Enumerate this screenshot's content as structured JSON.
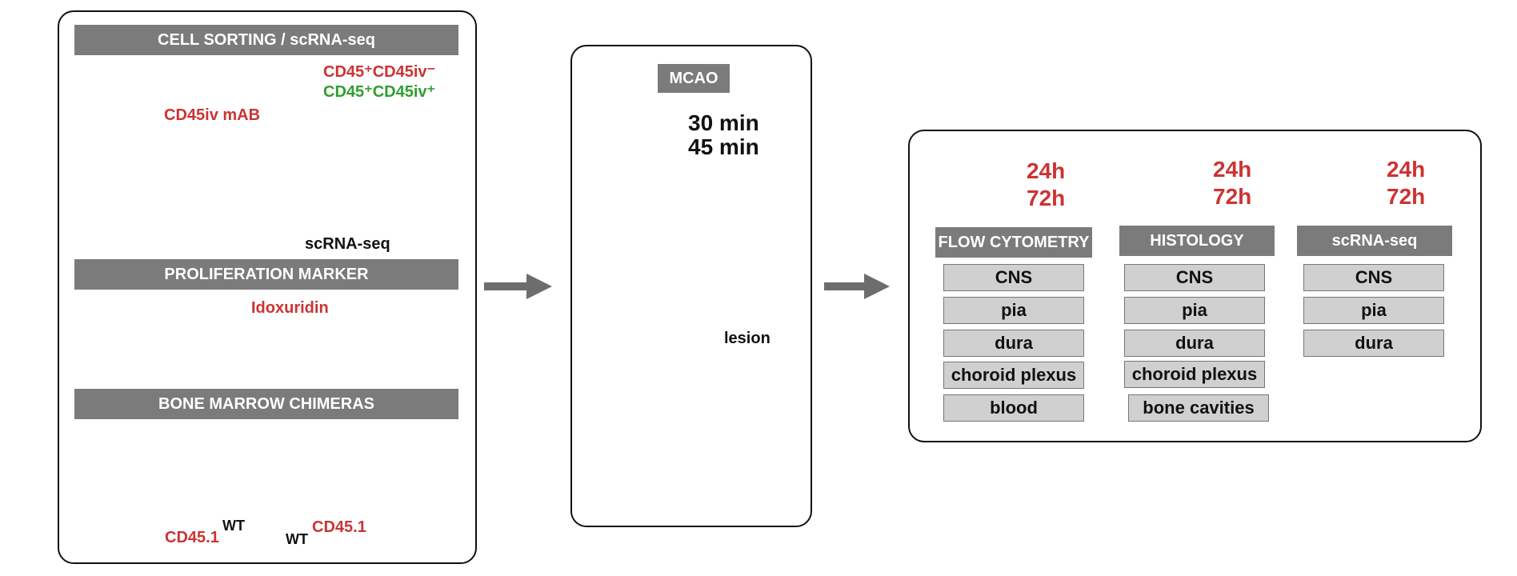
{
  "left_panel": {
    "cell_sorting": {
      "title": "CELL SORTING / scRNA-seq",
      "antibody": "CD45iv mAB",
      "population_1": "CD45⁺CD45iv⁻",
      "population_2": "CD45⁺CD45iv⁺",
      "assay": "scRNA-seq"
    },
    "proliferation": {
      "title": "PROLIFERATION MARKER",
      "compound": "Idoxuridin"
    },
    "chimeras": {
      "title": "BONE MARROW CHIMERAS",
      "left_strain": "CD45.1",
      "left_strain_sup": "WT",
      "right_strain_pre": "WT",
      "right_strain": "CD45.1"
    }
  },
  "middle_panel": {
    "title": "MCAO",
    "duration_1": "30 min",
    "duration_2": "45 min",
    "lesion_label": "lesion"
  },
  "right_panel": {
    "columns": [
      {
        "time_1": "24h",
        "time_2": "72h",
        "method": "FLOW CYTOMETRY",
        "tissues": [
          "CNS",
          "pia",
          "dura",
          "choroid plexus",
          "blood"
        ]
      },
      {
        "time_1": "24h",
        "time_2": "72h",
        "method": "HISTOLOGY",
        "tissues": [
          "CNS",
          "pia",
          "dura",
          "choroid plexus",
          "bone cavities"
        ]
      },
      {
        "time_1": "24h",
        "time_2": "72h",
        "method": "scRNA-seq",
        "tissues": [
          "CNS",
          "pia",
          "dura"
        ]
      }
    ]
  },
  "colors": {
    "bar_gray": "#7b7b7b",
    "accent_red": "#cc3333",
    "accent_green": "#2ea02e",
    "vessel_red": "#c0281f"
  }
}
